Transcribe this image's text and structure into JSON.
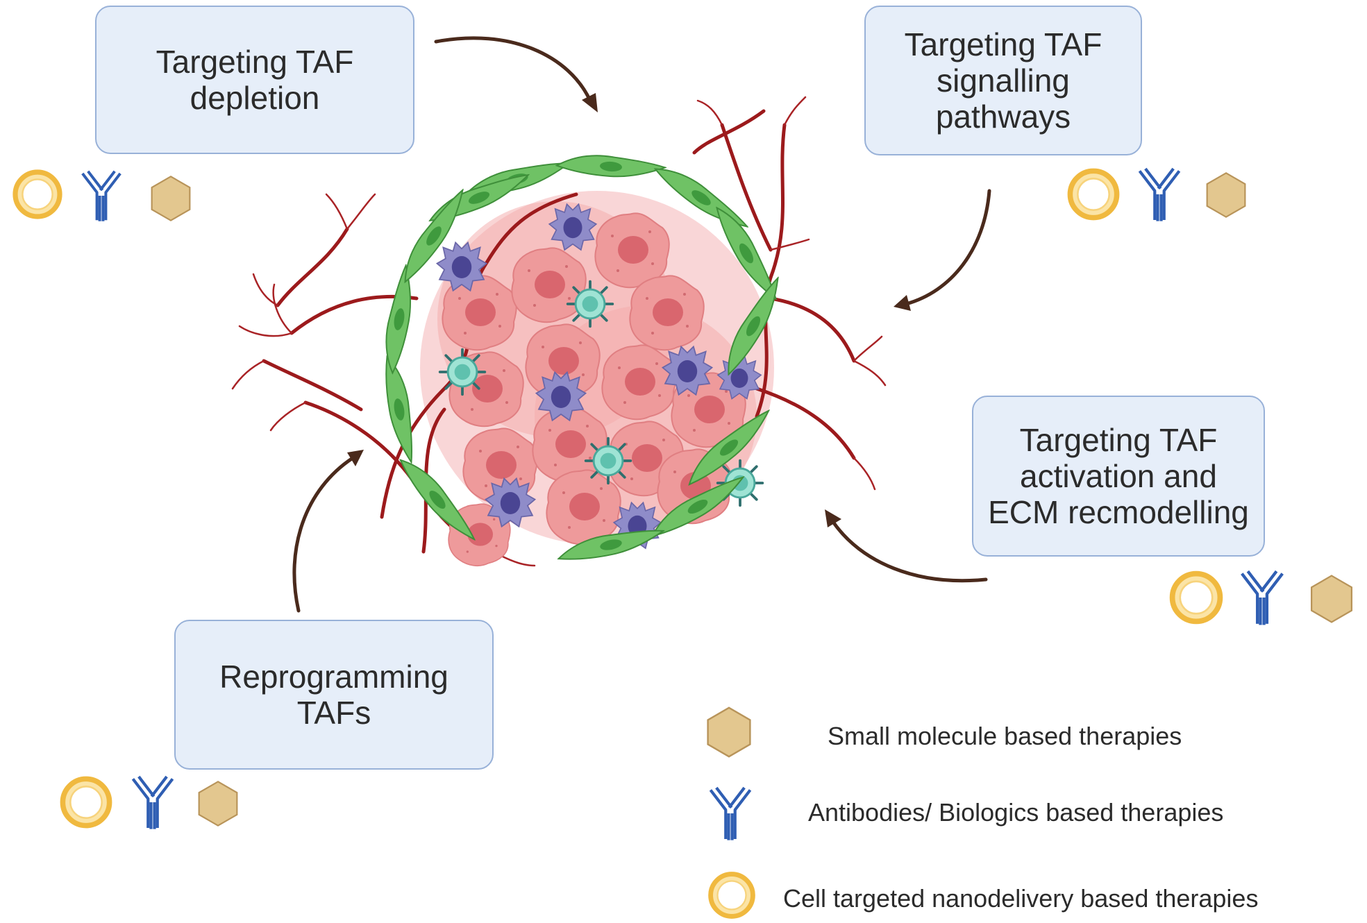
{
  "strategies": {
    "depletion": {
      "label_line1": "Targeting TAF",
      "label_line2": "depletion"
    },
    "signalling": {
      "label_line1": "Targeting TAF",
      "label_line2": "signalling",
      "label_line3": "pathways"
    },
    "activation": {
      "label_line1": "Targeting TAF",
      "label_line2": "activation and",
      "label_line3": "ECM recmodelling"
    },
    "reprogramming": {
      "label_line1": "Reprogramming",
      "label_line2": "TAFs"
    }
  },
  "legend": {
    "small_molecule": {
      "label": "Small molecule based therapies",
      "icon": "hexagon-icon"
    },
    "antibodies": {
      "label": "Antibodies/ Biologics based therapies",
      "icon": "antibody-icon"
    },
    "nanodelivery": {
      "label": "Cell targeted nanodelivery based therapies",
      "icon": "nanoparticle-icon"
    }
  },
  "colors": {
    "box_fill": "#e6eef9",
    "box_border": "#98b1d8",
    "hexagon": "#e3c78f",
    "antibody": "#2f5eb3",
    "nanoparticle": "#f2c14c",
    "tumor_cell": "#e8878a",
    "fibroblast": "#5fb858",
    "vessel": "#9c1a1c",
    "arrow": "#4a2a1c"
  }
}
